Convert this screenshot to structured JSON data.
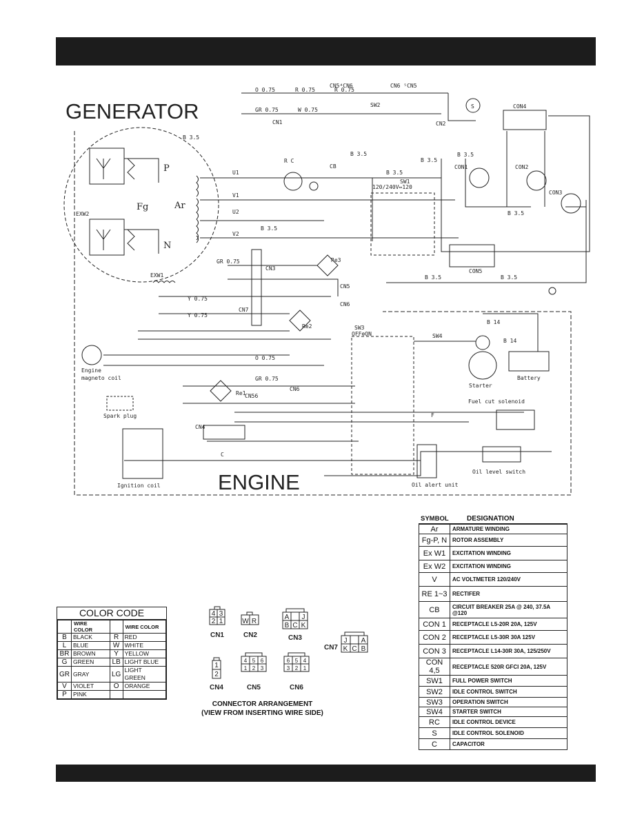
{
  "headings": {
    "generator": "GENERATOR",
    "engine": "ENGINE"
  },
  "wire_labels": {
    "o075": "O 0.75",
    "r075": "R 0.75",
    "gr075": "GR 0.75",
    "w075": "W 0.75",
    "y075": "Y 0.75",
    "b35": "B 3.5",
    "b14": "B 14",
    "sw1_range": "120/240V⇔120"
  },
  "components": {
    "cn1": "CN1",
    "cn2": "CN2",
    "cn3": "CN3",
    "cn5": "CN5",
    "cn6": "CN6",
    "cn7": "CN7",
    "cn56": "CN56",
    "cn54cn6": "CN5⁴CN6",
    "cn65cn5": "CN6 ⁵CN5",
    "cn4": "CN4",
    "con1": "CON1",
    "con2": "CON2",
    "con3": "CON3",
    "con4": "CON4",
    "con5": "CON5",
    "sw1": "SW1",
    "sw2": "SW2",
    "sw3": "SW3",
    "sw3_state": "OFF⊕ON",
    "sw4": "SW4",
    "rc": "R C",
    "cb": "CB",
    "re1": "Re1",
    "re2": "Re2",
    "re3": "Re3",
    "exw1": "EXW1",
    "exw2": "EXW2",
    "u1": "U1",
    "u2": "U2",
    "v1": "V1",
    "v2": "V2",
    "fg": "Fg",
    "ar": "Ar",
    "p": "P",
    "n": "N",
    "s": "S",
    "f": "F",
    "engine_coil": "Engine\nmagneto coil",
    "spark_plug": "Spark plug",
    "ignition_coil": "Ignition coil",
    "starter": "Starter",
    "battery": "Battery",
    "fuel_cut": "Fuel cut solenoid",
    "oil_level": "Oil level switch",
    "oil_alert": "Oil alert unit",
    "c": "C"
  },
  "color_code": {
    "title": "COLOR CODE",
    "header": "WIRE COLOR",
    "rows": [
      [
        "B",
        "BLACK",
        "R",
        "RED"
      ],
      [
        "L",
        "BLUE",
        "W",
        "WHITE"
      ],
      [
        "BR",
        "BROWN",
        "Y",
        "YELLOW"
      ],
      [
        "G",
        "GREEN",
        "LB",
        "LIGHT BLUE"
      ],
      [
        "GR",
        "GRAY",
        "LG",
        "LIGHT GREEN"
      ],
      [
        "V",
        "VIOLET",
        "O",
        "ORANGE"
      ],
      [
        "P",
        "PINK",
        "",
        ""
      ]
    ]
  },
  "connectors": {
    "caption_line1": "CONNECTOR ARRANGEMENT",
    "caption_line2": "(VIEW FROM INSERTING WIRE SIDE)",
    "cn1_top": [
      "4",
      "3"
    ],
    "cn1_bot": [
      "2",
      "1"
    ],
    "cn2": [
      "W",
      "R"
    ],
    "cn3_top": [
      "A",
      "J"
    ],
    "cn3_bot": [
      "B",
      "C",
      "K"
    ],
    "cn4": [
      "1",
      "2"
    ],
    "cn5_top": [
      "4",
      "5",
      "6"
    ],
    "cn5_bot": [
      "1",
      "2",
      "3"
    ],
    "cn6_top": [
      "6",
      "5",
      "4"
    ],
    "cn6_bot": [
      "3",
      "2",
      "1"
    ],
    "cn7_top": [
      "J",
      "A"
    ],
    "cn7_bot": [
      "K",
      "C",
      "B"
    ]
  },
  "symbols": {
    "header_symbol": "SYMBOL",
    "header_designation": "DESIGNATION",
    "rows": [
      [
        "Ar",
        "ARMATURE WINDING"
      ],
      [
        "Fg-P, N",
        "ROTOR ASSEMBLY"
      ],
      [
        "Ex W1",
        "EXCITATION WINDING"
      ],
      [
        "Ex W2",
        "EXCITATION WINDING"
      ],
      [
        "V",
        "AC VOLTMETER   120/240V"
      ],
      [
        "RE 1~3",
        "RECTIFER"
      ],
      [
        "CB",
        "CIRCUIT BREAKER  25A @ 240, 37.5A @120"
      ],
      [
        "CON 1",
        "RECEPTACLE  L5-20R  20A, 125V"
      ],
      [
        "CON 2",
        "RECEPTACLE  L5-30R 30A 125V"
      ],
      [
        "CON 3",
        "RECEPTACLE  L14-30R 30A, 125/250V"
      ],
      [
        "CON 4,5",
        "RECEPTACLE  520R GFCI  20A, 125V"
      ],
      [
        "SW1",
        "FULL POWER SWITCH"
      ],
      [
        "SW2",
        "IDLE CONTROL SWITCH"
      ],
      [
        "SW3",
        "OPERATION SWITCH"
      ],
      [
        "SW4",
        "STARTER SWITCH"
      ],
      [
        "RC",
        "IDLE CONTROL DEVICE"
      ],
      [
        "S",
        "IDLE CONTROL SOLENOID"
      ],
      [
        "C",
        "CAPACITOR"
      ]
    ]
  }
}
